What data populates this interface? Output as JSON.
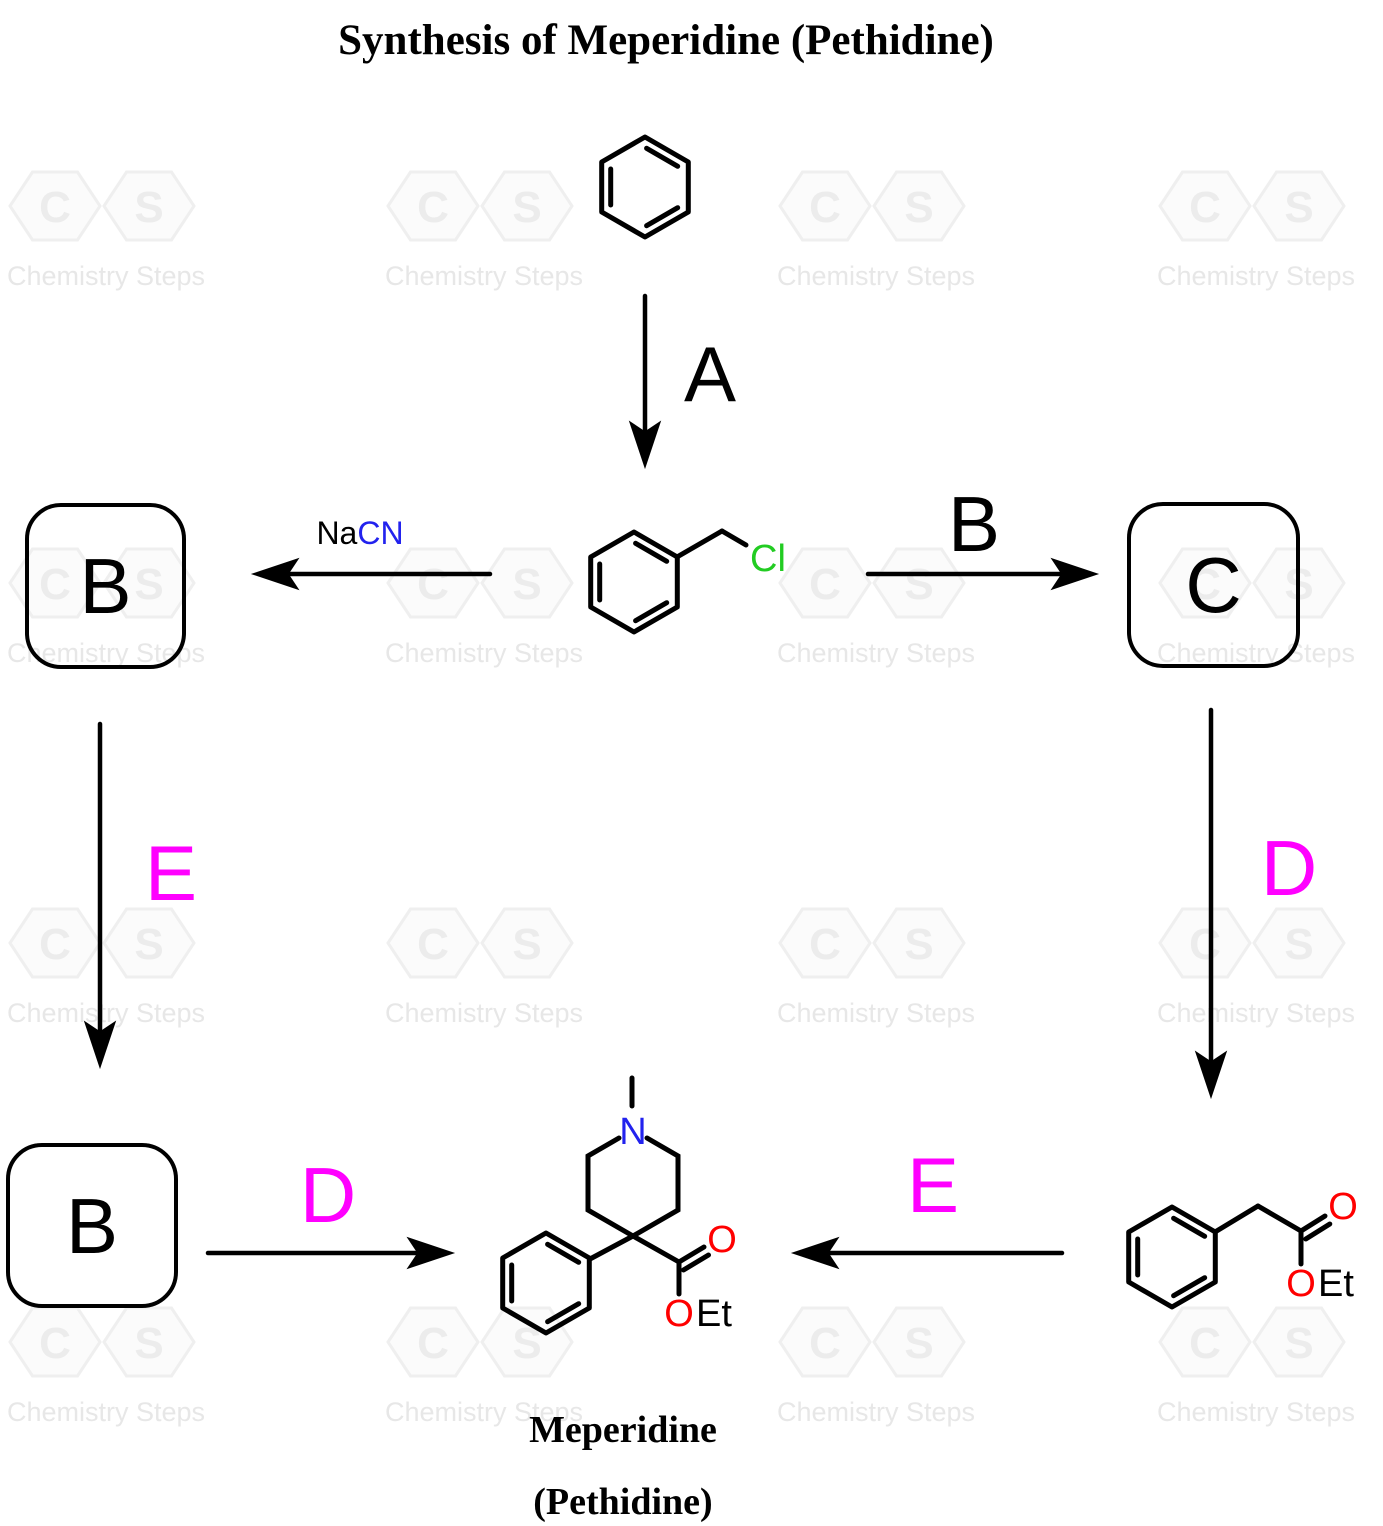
{
  "title": "Synthesis of Meperidine (Pethidine)",
  "labels": {
    "step_a": "A",
    "step_b": "B",
    "step_e_left": "E",
    "step_d_right": "D",
    "step_d_bottom": "D",
    "step_e_bottom": "E",
    "reagent_na": "Na",
    "reagent_cn": "CN"
  },
  "boxes": {
    "intermediate_b": "B",
    "intermediate_c": "C",
    "intermediate_b_bottom": "B"
  },
  "atoms": {
    "chlorine": "Cl",
    "nitrogen": "N",
    "oxygen": "O",
    "ethyl": "Et"
  },
  "product": {
    "name": "Meperidine",
    "alt_name": "(Pethidine)"
  },
  "watermark": {
    "letter_c": "C",
    "letter_s": "S",
    "brand": "Chemistry Steps"
  },
  "colors": {
    "nitrogen_blue": "#2222EE",
    "chlorine_green": "#22CC22",
    "oxygen_red": "#FF0000",
    "step_magenta": "#FF00FF",
    "bond_black": "#000000",
    "watermark_gray": "#ECECEC"
  }
}
